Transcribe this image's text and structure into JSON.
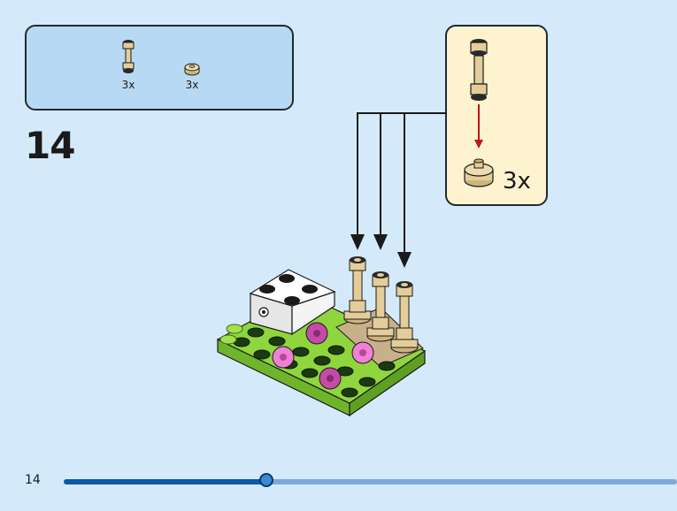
{
  "parts_list": {
    "items": [
      {
        "name": "bar-with-connectors",
        "quantity": "3x",
        "color": "#e4cd9a"
      },
      {
        "name": "round-tile-with-hole",
        "quantity": "3x",
        "color": "#e4cd9a"
      }
    ]
  },
  "step": {
    "number": "14"
  },
  "sub_assembly": {
    "quantity": "3x"
  },
  "footer": {
    "page_number": "14"
  },
  "progress": {
    "fraction": 0.33
  },
  "colors": {
    "page_background": "#d4eafa",
    "parts_panel": "#b7d9f4",
    "sub_panel": "#fdf3cf",
    "tan": "#e4cd9a",
    "lime_green": "#8fd63e",
    "dark_green": "#1b3a10",
    "pink": "#e07ad0",
    "arrow_red": "#c0141a",
    "progress_fill": "#0b5aa6",
    "progress_track": "#7ea8d8"
  }
}
